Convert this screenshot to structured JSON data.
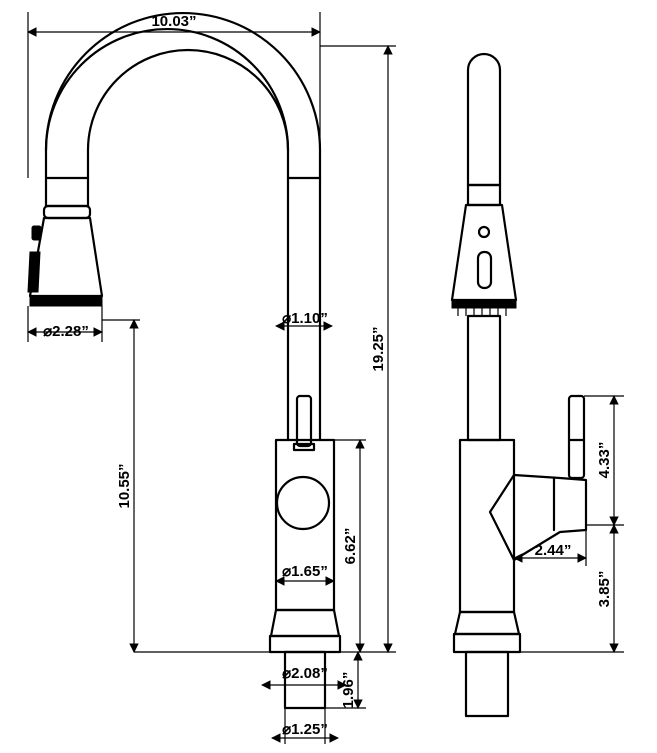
{
  "dimensions": {
    "overall_width": "10.03”",
    "spray_head_dia": "⌀2.28”",
    "spout_tube_dia": "⌀1.10”",
    "overall_height": "19.25”",
    "spout_clearance": "10.55”",
    "body_height": "6.62”",
    "body_dia": "⌀1.65”",
    "base_dia": "⌀2.08”",
    "shank_length": "1.96”",
    "shank_dia": "⌀1.25”",
    "handle_height": "4.33”",
    "handle_reach": "2.44”",
    "handle_position": "3.85”"
  }
}
